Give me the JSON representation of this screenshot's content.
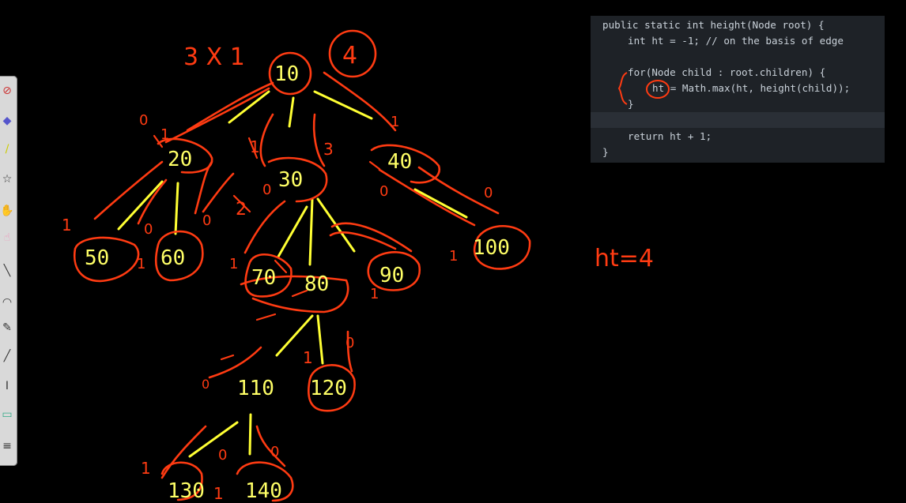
{
  "tree_nodes": [
    "10",
    "20",
    "30",
    "40",
    "50",
    "60",
    "70",
    "80",
    "90",
    "100",
    "110",
    "120",
    "130",
    "140"
  ],
  "annotations": {
    "root_struck": "3 X 1",
    "root_circled": "4",
    "edge_labels": [
      "0",
      "1",
      "1",
      "3",
      "1",
      "2",
      "0",
      "0",
      "0",
      "0",
      "0",
      "1",
      "1",
      "0",
      "0",
      "1",
      "1",
      "0",
      "0",
      "1",
      "1",
      "1",
      "1"
    ],
    "result": "ht=4"
  },
  "code": {
    "line1": "public static int height(Node root) {",
    "line2": "int ht = -1; // on the basis of edge",
    "line3": "for(Node child : root.children) {",
    "line4": "ht = Math.max(ht, height(child));",
    "line5": "}",
    "line6": "return ht + 1;",
    "line7": "}"
  },
  "colors": {
    "ink_red": "#ff3b12",
    "ink_yellow": "#ffff33",
    "node_text": "#ffff66",
    "code_bg": "#1e2227"
  },
  "toolbar_icons": [
    "eraser-icon",
    "pen-icon",
    "highlighter-icon",
    "star-icon",
    "hand-icon",
    "pointer-icon",
    "line-icon",
    "arc-icon",
    "pencil-icon",
    "marker-icon",
    "text-icon",
    "screen-icon",
    "menu-icon"
  ]
}
